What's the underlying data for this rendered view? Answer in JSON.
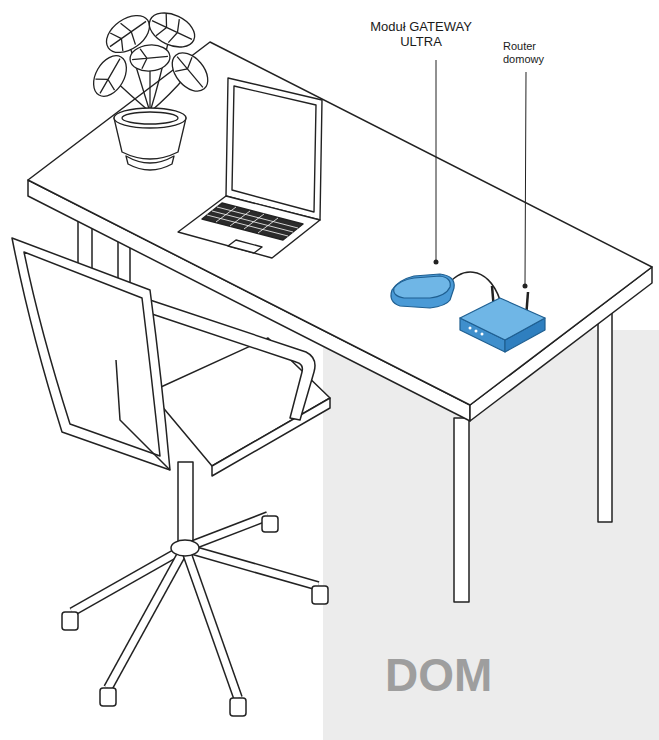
{
  "diagram": {
    "nodes": [
      {
        "text": [
          "DOM"
        ]
      }
    ],
    "labels": [
      "Moduł GATEWAY ULTRA",
      "Router domowy"
    ]
  }
}
